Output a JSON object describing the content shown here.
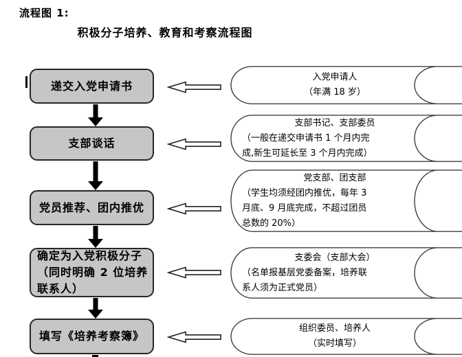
{
  "header": {
    "label": "流程图 1:",
    "title": "积极分子培养、教育和考察流程图"
  },
  "flow": {
    "steps": [
      {
        "box_lines": [
          "递交入党申请书"
        ],
        "note_lines": [
          "入党申请人",
          "（年满 18 岁）"
        ]
      },
      {
        "box_lines": [
          "支部谈话"
        ],
        "note_lines": [
          "支部书记、支部委员",
          "（一般在递交申请书 1 个月内完",
          "成,新生可延长至 3 个月内完成）"
        ]
      },
      {
        "box_lines": [
          "党员推荐、团内推优"
        ],
        "note_lines": [
          "党支部、团支部",
          "（学生均须经团内推优，每年 3",
          "月底、9 月底完成，不超过团员",
          "总数的 20%）"
        ]
      },
      {
        "box_lines": [
          "确定为入党积极分子",
          "（同时明确 2 位培养",
          "联系人）"
        ],
        "note_lines": [
          "支委会（支部大会）",
          "（名单报基层党委备案，培养联",
          "系人须为正式党员）"
        ]
      },
      {
        "box_lines": [
          "填写《培养考察簿》"
        ],
        "note_lines": [
          "组织委员、培养人",
          "（实时填写）"
        ]
      }
    ]
  },
  "colors": {
    "bg": "#ffffff",
    "box-fill": "#c6c6c6",
    "box-border": "#262626",
    "line": "#3f3f3f",
    "text": "#000000"
  }
}
